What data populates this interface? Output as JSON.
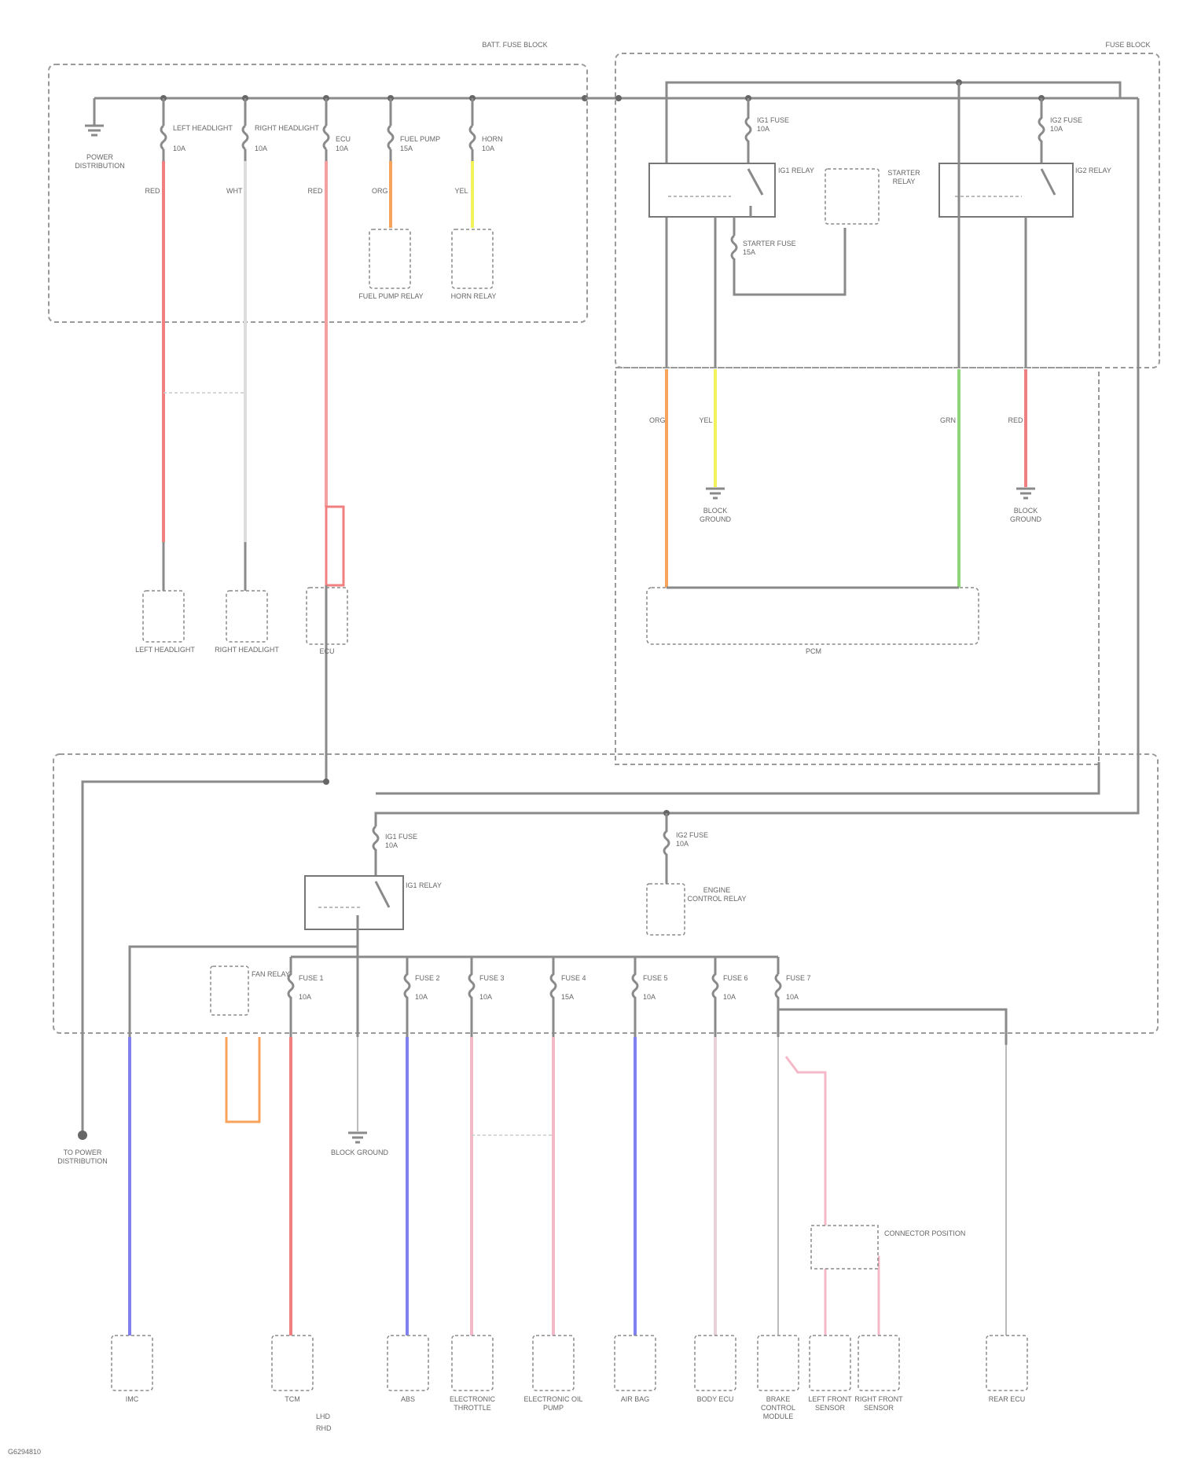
{
  "diagram": {
    "colors": {
      "frame": "#9a9a9a",
      "wire_gray": "#8a8a8a",
      "red": "#f08080",
      "pink": "#f4b8c8",
      "orange": "#f7a35c",
      "yellow": "#f2f25a",
      "green": "#8fd67a",
      "blue": "#8080ee",
      "white": "#dddddd"
    },
    "blocks": {
      "top_left_title": "BATT. FUSE BLOCK",
      "top_right_title": "FUSE BLOCK",
      "pcm_label": "PCM",
      "bottom_title": "FUSE BLOCK"
    },
    "top_left": {
      "ground": "POWER DISTRIBUTION",
      "fuses": [
        {
          "name": "LEFT HEADLIGHT",
          "rating": "10A",
          "wire": "RED",
          "load": "LEFT HEADLIGHT"
        },
        {
          "name": "RIGHT HEADLIGHT",
          "rating": "10A",
          "wire": "WHT",
          "load": "RIGHT HEADLIGHT"
        },
        {
          "name": "ECU",
          "rating": "10A",
          "wire": "RED",
          "load": "ECU"
        },
        {
          "name": "FUEL PUMP",
          "rating": "15A",
          "wire": "ORG",
          "load": "FUEL PUMP RELAY"
        },
        {
          "name": "HORN",
          "rating": "10A",
          "wire": "YEL",
          "load": "HORN RELAY"
        }
      ]
    },
    "top_right": {
      "fuse_1": "IG1 FUSE 10A",
      "relay_1": "IG1 RELAY",
      "starter_relay": "STARTER RELAY",
      "fuse_starter": "STARTER FUSE 15A",
      "fuse_2": "IG2 FUSE 10A",
      "relay_2": "IG2 RELAY",
      "wire_orange": "ORG",
      "wire_yellow": "YEL",
      "wire_green": "GRN",
      "wire_red": "RED",
      "ground_1": "BLOCK GROUND",
      "ground_2": "BLOCK GROUND"
    },
    "bottom": {
      "fuse_main": "IG1 FUSE 10A",
      "relay_main": "IG1 RELAY",
      "fuse_ctrl": "IG2 FUSE 10A",
      "relay_ctrl": "ENGINE CONTROL RELAY",
      "fan_relay": "FAN RELAY",
      "feed_left": "TO POWER DISTRIBUTION",
      "ground_label": "BLOCK GROUND",
      "branch_fuses": [
        {
          "name": "FUSE 1",
          "rating": "10A"
        },
        {
          "name": "FUSE 2",
          "rating": "10A"
        },
        {
          "name": "FUSE 3",
          "rating": "10A"
        },
        {
          "name": "FUSE 4",
          "rating": "15A"
        },
        {
          "name": "FUSE 5",
          "rating": "10A"
        },
        {
          "name": "FUSE 6",
          "rating": "10A"
        },
        {
          "name": "FUSE 7",
          "rating": "10A"
        }
      ],
      "loads": [
        "IMC",
        "TCM",
        "ABS",
        "ELECTRONIC THROTTLE",
        "ELECTRONIC OIL PUMP",
        "AIR BAG",
        "BODY ECU",
        "BRAKE CONTROL MODULE",
        "LEFT FRONT SENSOR",
        "RIGHT FRONT SENSOR",
        "REAR ECU"
      ],
      "connector_note": "CONNECTOR POSITION",
      "legend": [
        "LHD",
        "RHD"
      ]
    },
    "footer_id": "G6294810"
  }
}
